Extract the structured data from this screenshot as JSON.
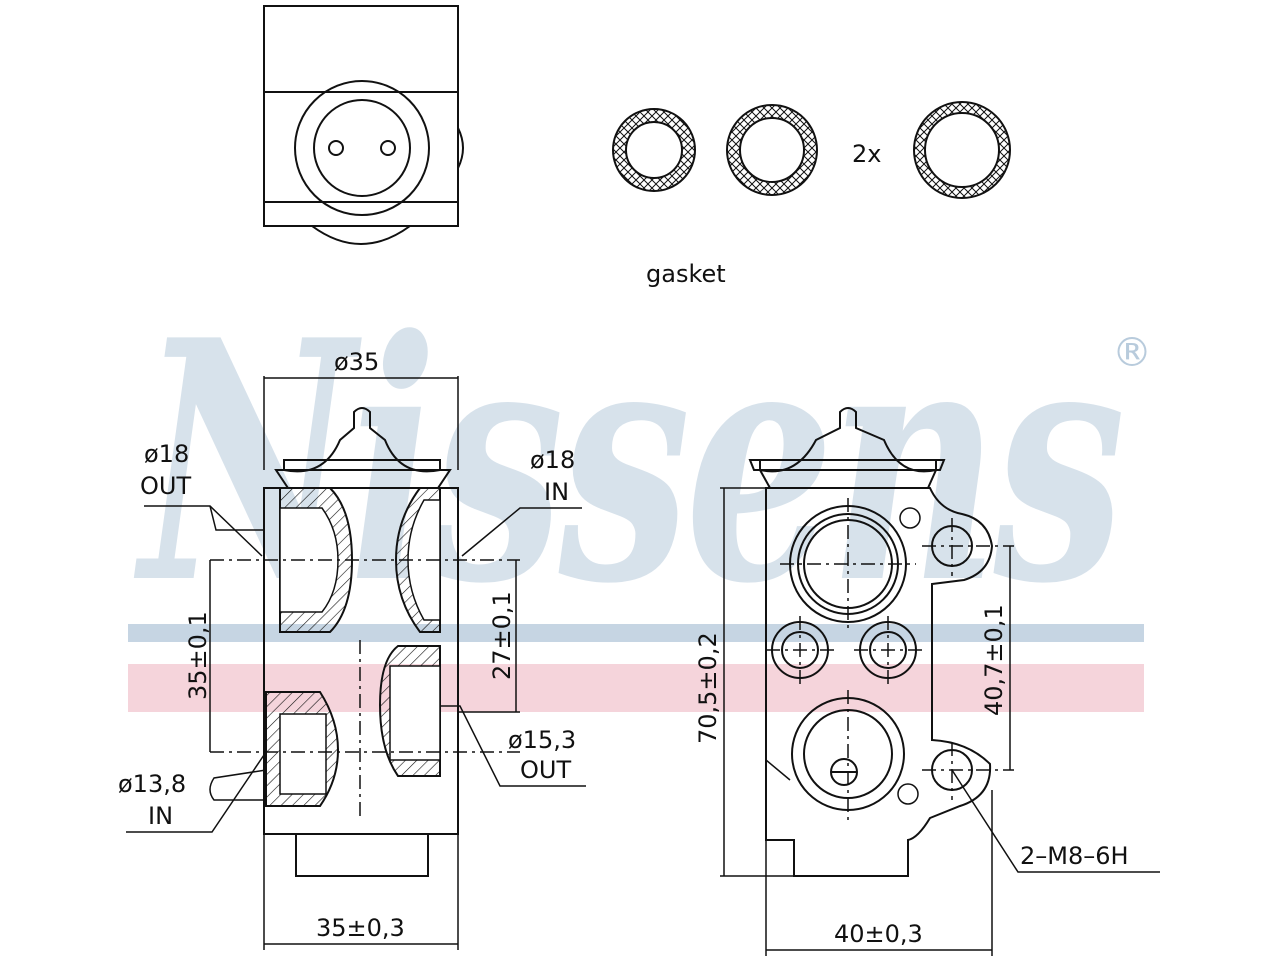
{
  "watermark": {
    "brand": "Nissens",
    "registered": "®",
    "colors": {
      "letters": "#b8cbdc",
      "blue_band": "#b8cbdc",
      "red_band": "#f2c6cf"
    }
  },
  "gasket": {
    "count_prefix": "2x",
    "caption": "gasket"
  },
  "side_view": {
    "dims": {
      "top_diameter": "ø35",
      "height_between_ports": "35±0,1",
      "port_spacing": "27±0,1",
      "width": "35±0,3"
    },
    "ports": {
      "out_top": {
        "size": "ø18",
        "dir": "OUT"
      },
      "in_top": {
        "size": "ø18",
        "dir": "IN"
      },
      "out_bottom": {
        "size": "ø15,3",
        "dir": "OUT"
      },
      "in_bottom": {
        "size": "ø13,8",
        "dir": "IN"
      }
    }
  },
  "front_view": {
    "dims": {
      "height": "70,5±0,2",
      "hole_spacing": "40,7±0,1",
      "width": "40±0,3"
    },
    "thread_note": "2–M8–6H"
  }
}
